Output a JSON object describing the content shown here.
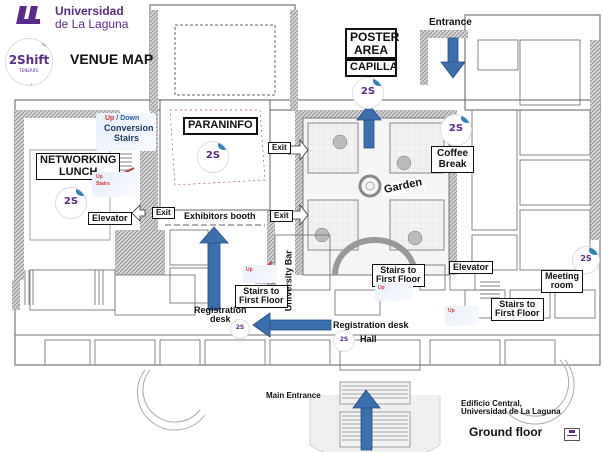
{
  "header": {
    "university_line1": "Universidad",
    "university_line2": "de La Laguna",
    "logo_text": "2Shift",
    "logo_subtext": "TENERIFE",
    "title": "VENUE MAP"
  },
  "labels": {
    "poster_area_line1": "POSTER",
    "poster_area_line2": "AREA",
    "capilla": "CAPILLA",
    "entrance": "Entrance",
    "conversion_stairs_updown_up": "Up",
    "conversion_stairs_updown_sep": " / ",
    "conversion_stairs_updown_down": "Down",
    "conversion_stairs_line1": "Conversion",
    "conversion_stairs_line2": "Stairs",
    "networking_line1": "NETWORKING",
    "networking_line2": "LUNCH",
    "up_stairs_line1": "Up",
    "up_stairs_line2": "Stairs",
    "elevator_left": "Elevator",
    "exit_left": "Exit",
    "exit_top": "Exit",
    "exit_bottom": "Exit",
    "paraninfo": "PARANINFO",
    "exhibitors_booth": "Exhibitors booth",
    "garden": "Garden",
    "coffee_line1": "Coffee",
    "coffee_line2": "Break",
    "university_bar": "University Bar",
    "stairs_left_line1": "Stairs to",
    "stairs_left_line2": "First Floor",
    "stairs_mid_line1": "Stairs to",
    "stairs_mid_line2": "First Floor",
    "stairs_right_line1": "Stairs to",
    "stairs_right_line2": "First Floor",
    "elevator_right": "Elevator",
    "meeting_line1": "Meeting",
    "meeting_line2": "room",
    "registration_left_line1": "Registration",
    "registration_left_line2": "desk",
    "registration_right": "Registration desk",
    "hall": "Hall",
    "main_entrance": "Main Entrance",
    "building_line1": "Edificio Central,",
    "building_line2": "Universidad de La Laguna",
    "floor": "Ground floor"
  },
  "colors": {
    "brand_purple": "#5a2b8c",
    "arrow_blue": "#3a6fb0",
    "stair_red": "#d8383a",
    "wall_gray": "#8a8a8a",
    "hatch_gray": "#b9b9b9"
  },
  "icons": {
    "university_logo": "ull-logo-icon",
    "event_logo": "2shift-logo-icon",
    "direction_arrow": "arrow-icon",
    "small_stamp": "ull-stamp-icon"
  }
}
